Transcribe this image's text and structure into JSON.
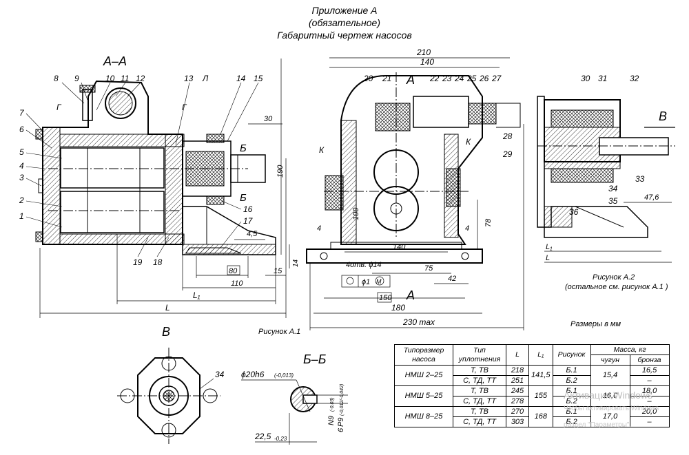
{
  "header": {
    "line1": "Приложение А",
    "line2": "(обязательное)",
    "line3": "Габаритный чертеж насосов"
  },
  "views": {
    "section_aa": "А–А",
    "section_bb": "Б–Б",
    "view_b": "В",
    "cut_a": "А",
    "cut_b": "Б",
    "arrow_b": "В"
  },
  "part_numbers": [
    "1",
    "2",
    "3",
    "4",
    "5",
    "6",
    "7",
    "8",
    "9",
    "10",
    "11",
    "12",
    "13",
    "14",
    "15",
    "16",
    "17",
    "18",
    "19",
    "20",
    "21",
    "22",
    "23",
    "24",
    "25",
    "26",
    "27",
    "28",
    "29",
    "30",
    "31",
    "32",
    "33",
    "34",
    "35",
    "36"
  ],
  "letter_marks": {
    "g": "Г",
    "l": "Л",
    "k": "К"
  },
  "dimensions": {
    "d210": "210",
    "d140_top": "140",
    "d190": "190",
    "d30": "30",
    "d4_5": "4,5",
    "d80": "80",
    "d15": "15",
    "d110": "110",
    "d14": "14",
    "L1": "L₁",
    "L": "L",
    "d100": "100",
    "d78": "78",
    "d140_bot": "140",
    "holes": "4отв. ϕ14",
    "tol": "ϕ1",
    "m": "M",
    "d75": "75",
    "d42": "42",
    "d150": "150",
    "d180": "180",
    "d230": "230 max",
    "d47_6": "47,6",
    "d4a": "4",
    "d4b": "4",
    "d20h6": "ϕ20h6",
    "d20h6_tol": "(-0,013)",
    "d22_5": "22,5",
    "d22_5_tol": "-0,23",
    "d6p9": "6",
    "d6p9_s": "P9",
    "d6p9_tol": "(-0,012/-0,042)",
    "n9": "N9",
    "n9_tol": "(-0,03)"
  },
  "captions": {
    "fig1": "Рисунок А.1",
    "fig2": "Рисунок А.2",
    "fig2_note": "(остальное см. рисунок А.1 )",
    "units": "Размеры в мм"
  },
  "table": {
    "headers": {
      "type": "Типоразмер насоса",
      "seal": "Тип уплотнения",
      "L": "L",
      "L1": "L₁",
      "fig": "Рисунок",
      "mass": "Масса, кг",
      "cast": "чугун",
      "bronze": "бронза"
    },
    "rows": [
      {
        "pump": "НМШ 2–25",
        "seal": "Т, ТВ",
        "L": "218",
        "L1": "141,5",
        "fig": "Б.1",
        "cast": "15,4",
        "bronze": "16,5"
      },
      {
        "pump": "",
        "seal": "С, ТД, ТТ",
        "L": "251",
        "L1": "",
        "fig": "Б.2",
        "cast": "",
        "bronze": "–"
      },
      {
        "pump": "НМШ 5–25",
        "seal": "Т, ТВ",
        "L": "245",
        "L1": "155",
        "fig": "Б.1",
        "cast": "16,0",
        "bronze": "18,0"
      },
      {
        "pump": "",
        "seal": "С, ТД, ТТ",
        "L": "278",
        "L1": "",
        "fig": "Б.2",
        "cast": "",
        "bronze": "–"
      },
      {
        "pump": "НМШ 8–25",
        "seal": "Т, ТВ",
        "L": "270",
        "L1": "168",
        "fig": "Б.1",
        "cast": "17,0",
        "bronze": "20,0"
      },
      {
        "pump": "",
        "seal": "С, ТД, ТТ",
        "L": "303",
        "L1": "",
        "fig": "Б.2",
        "cast": "",
        "bronze": "–"
      }
    ]
  },
  "watermark": {
    "line1": "Активация Windows",
    "line2": "Чтобы активировать Windows",
    "line3": "раздел \"Параметры\"."
  }
}
